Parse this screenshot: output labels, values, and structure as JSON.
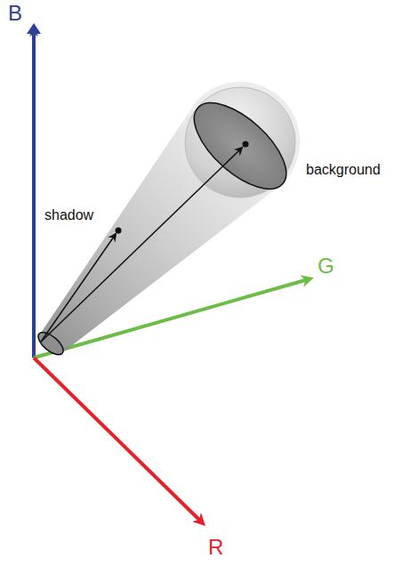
{
  "diagram": {
    "labels": [
      "B",
      "G",
      "R",
      "shadow",
      "background"
    ]
  }
}
